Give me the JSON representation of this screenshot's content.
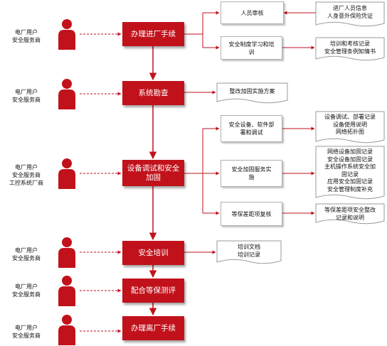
{
  "roles": [
    {
      "lines": [
        "电厂用户",
        "安全服务商"
      ]
    },
    {
      "lines": [
        "电厂用户",
        "安全服务商"
      ]
    },
    {
      "lines": [
        "电厂用户",
        "安全服务商",
        "工控系统厂商"
      ]
    },
    {
      "lines": [
        "电厂用户",
        "安全服务商"
      ]
    },
    {
      "lines": [
        "电厂用户",
        "安全服务商"
      ]
    },
    {
      "lines": [
        "电厂用户",
        "安全服务商"
      ]
    }
  ],
  "steps": [
    {
      "label": "办理进厂手续"
    },
    {
      "label": "系统勘查"
    },
    {
      "label": "设备调试和安全加固"
    },
    {
      "label": "安全培训"
    },
    {
      "label": "配合等保测评"
    },
    {
      "label": "办理离厂手续"
    }
  ],
  "subtasks": [
    {
      "label": "人员审核"
    },
    {
      "label": "安全制度学习和培训"
    },
    {
      "label": "安全设备、软件部署和调试"
    },
    {
      "label": "安全加固服务实施"
    },
    {
      "label": "等保差距项复核"
    }
  ],
  "documents": [
    {
      "lines": [
        "进厂人员信息",
        "人身意外保险凭证"
      ]
    },
    {
      "lines": [
        "培训和考核记录",
        "安全管理条例知情书"
      ]
    },
    {
      "lines": [
        "整改加固实施方案"
      ]
    },
    {
      "lines": [
        "设备调试、部署记录",
        "设备使用说明",
        "网络拓扑图"
      ]
    },
    {
      "lines": [
        "网络设备加固记录",
        "安全设备加固记录",
        "主机操作系统安全加",
        "固记录",
        "应用安全加固记录",
        "安全管理制度补充"
      ]
    },
    {
      "lines": [
        "等保差距项安全整改",
        "记录和说明"
      ]
    },
    {
      "lines": [
        "培训文档",
        "培训记录"
      ]
    }
  ],
  "colors": {
    "step_fill": "#c1121c",
    "arrow": "#c1121c",
    "person": "#c1121c"
  }
}
